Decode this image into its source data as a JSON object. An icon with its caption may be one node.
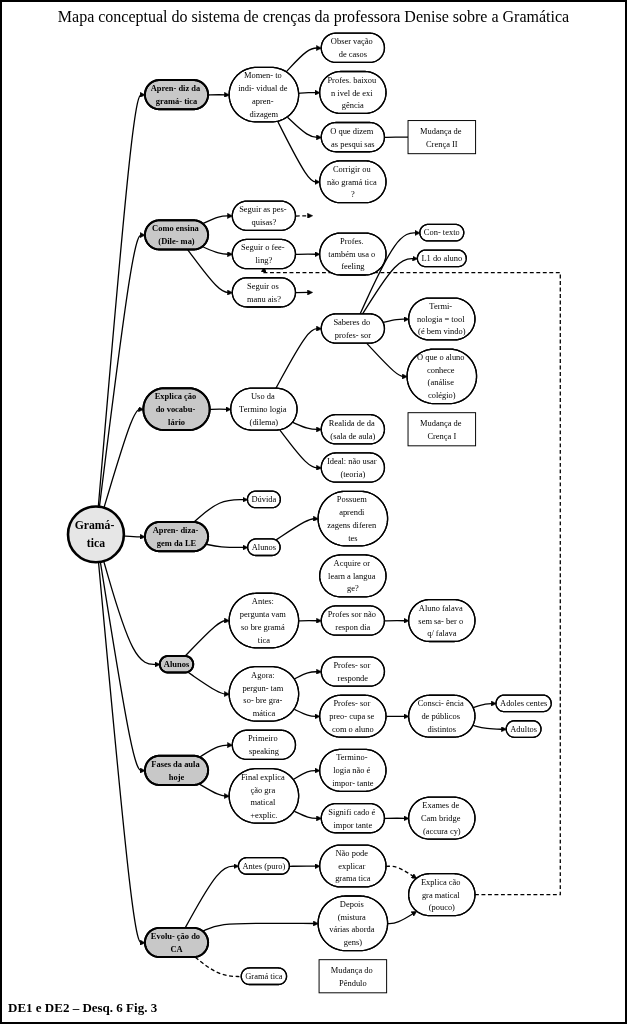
{
  "diagram": {
    "title": "Mapa conceptual do sistema de crenças da professora Denise sobre a Gramática",
    "caption": "DE1 e DE2 – Desq. 6 Fig. 3",
    "nodes": [
      {
        "text": [
          "Con- texto"
        ]
      },
      {
        "text": [
          "L1 do aluno"
        ]
      },
      {
        "text": [
          "Profes. baixou n ivel de exi gência"
        ]
      },
      {
        "text": [
          "O que dizem as pesqui sas"
        ]
      },
      {
        "text": [
          "Mudança de Crença II"
        ]
      },
      {
        "text": [
          "Obser vação de casos"
        ]
      },
      {
        "text": [
          "Saberes do profes- sor"
        ]
      },
      {
        "text": [
          "Termi- nologia = tool (é bem vindo)"
        ]
      },
      {
        "text": [
          "Momen- to indi- vidual de apren- dizagem"
        ]
      },
      {
        "text": [
          "Corrigir ou não gramá tica ?"
        ]
      },
      {
        "text": [
          "Seguir as pes- quisas?"
        ]
      },
      {
        "text": [
          "Profes. também usa o feeling"
        ]
      },
      {
        "text": [
          "Mudança de Crença I"
        ]
      },
      {
        "text": [
          "O que o aluno conhece (análise colégio)"
        ]
      },
      {
        "text": [
          "Realida de da (sala de aula)"
        ]
      },
      {
        "text": [
          "Apren- diz da gramá- tica"
        ]
      },
      {
        "text": [
          "Como ensina (Dile- ma)"
        ]
      },
      {
        "text": [
          "Seguir o fee- ling?"
        ]
      },
      {
        "text": [
          "Uso da Termino logia (dilema)"
        ]
      },
      {
        "text": [
          "Ideal: não usar (teoria)"
        ]
      },
      {
        "text": [
          "Explica ção do vocabu- lário"
        ]
      },
      {
        "text": [
          "Gramá- tica"
        ]
      },
      {
        "text": [
          "Seguir os manu ais?"
        ]
      },
      {
        "text": [
          "Apren- diza- gem da LE"
        ]
      },
      {
        "text": [
          "Antes: pergunta vam so bre gramá tica"
        ]
      },
      {
        "text": [
          "Profes sor não respon dia"
        ]
      },
      {
        "text": [
          "Alunos"
        ]
      },
      {
        "text": [
          "Dúvida"
        ]
      },
      {
        "text": [
          "Agora: pergun- tam so- bre gra- mática"
        ]
      },
      {
        "text": [
          "Fases da aula hoje"
        ]
      },
      {
        "text": [
          "Evolu- ção do CA"
        ]
      },
      {
        "text": [
          "Alunos"
        ]
      },
      {
        "text": [
          "Acquire or learn a langua ge?"
        ]
      },
      {
        "text": [
          "Aluno falava sem sa- ber o q/ falava"
        ]
      },
      {
        "text": [
          "Profes- sor responde"
        ]
      },
      {
        "text": [
          "Primeiro speaking"
        ]
      },
      {
        "text": [
          "Antes (puro)"
        ]
      },
      {
        "text": [
          "Depois (mistura várias aborda gens)"
        ]
      },
      {
        "text": [
          "Possuem aprendi zagens diferen tes"
        ]
      },
      {
        "text": [
          "Profes- sor preo- cupa se com o aluno"
        ]
      },
      {
        "text": [
          "Final explica ção gra matical +explic."
        ]
      },
      {
        "text": [
          "Não pode explicar grama tica"
        ]
      },
      {
        "text": [
          "Explica cão gra matical (pouco)"
        ]
      },
      {
        "text": [
          "Consci- ência de públicos distintos"
        ]
      },
      {
        "text": [
          "Termino- logia não é impor- tante"
        ]
      },
      {
        "text": [
          "Signifi cado é impor tante"
        ]
      },
      {
        "text": [
          "Gramá tica"
        ]
      },
      {
        "text": [
          "Adoles centes"
        ]
      },
      {
        "text": [
          "Adultos"
        ]
      },
      {
        "text": [
          "Exames de Cam bridge (accura cy)"
        ]
      },
      {
        "text": [
          "Mudança do Pêndulo"
        ]
      }
    ],
    "edges": [
      {
        "from": 21,
        "to": 15,
        "arrow": "to"
      },
      {
        "from": 21,
        "to": 16,
        "arrow": "to"
      },
      {
        "from": 21,
        "to": 20,
        "arrow": "to"
      },
      {
        "from": 21,
        "to": 23,
        "arrow": "to"
      },
      {
        "from": 21,
        "to": 26,
        "arrow": "to"
      },
      {
        "from": 21,
        "to": 29,
        "arrow": "to"
      },
      {
        "from": 21,
        "to": 30,
        "arrow": "to"
      },
      {
        "from": 15,
        "to": 8,
        "arrow": "to"
      },
      {
        "from": 8,
        "to": 5,
        "arrow": "to"
      },
      {
        "from": 8,
        "to": 2,
        "arrow": "to"
      },
      {
        "from": 8,
        "to": 3,
        "arrow": "to"
      },
      {
        "from": 8,
        "to": 9,
        "arrow": "to"
      },
      {
        "from": 3,
        "to": 4,
        "arrow": "none"
      },
      {
        "from": 16,
        "to": 10,
        "arrow": "to"
      },
      {
        "from": 16,
        "to": 17,
        "arrow": "to"
      },
      {
        "from": 16,
        "to": 22,
        "arrow": "to"
      },
      {
        "from": 17,
        "to": 11,
        "arrow": "to"
      },
      {
        "from": 22,
        "to": null,
        "arrow": "to"
      },
      {
        "from": 20,
        "to": 18,
        "arrow": "to"
      },
      {
        "from": 18,
        "to": 6,
        "arrow": "to"
      },
      {
        "from": 18,
        "to": 14,
        "arrow": "to"
      },
      {
        "from": 18,
        "to": 19,
        "arrow": "to"
      },
      {
        "from": 6,
        "to": 0,
        "arrow": "to"
      },
      {
        "from": 6,
        "to": 1,
        "arrow": "to"
      },
      {
        "from": 6,
        "to": 7,
        "arrow": "to"
      },
      {
        "from": 6,
        "to": 13,
        "arrow": "to"
      },
      {
        "from": 26,
        "to": 24,
        "arrow": "to"
      },
      {
        "from": 26,
        "to": 28,
        "arrow": "to"
      },
      {
        "from": 24,
        "to": 25,
        "arrow": "to"
      },
      {
        "from": 25,
        "to": 33,
        "arrow": "to"
      },
      {
        "from": 28,
        "to": 34,
        "arrow": "to"
      },
      {
        "from": 28,
        "to": 39,
        "arrow": "to"
      },
      {
        "from": 39,
        "to": 43,
        "arrow": "to"
      },
      {
        "from": 43,
        "to": 47,
        "arrow": "to"
      },
      {
        "from": 43,
        "to": 48,
        "arrow": "to"
      },
      {
        "from": 29,
        "to": 35,
        "arrow": "to"
      },
      {
        "from": 29,
        "to": 40,
        "arrow": "to"
      },
      {
        "from": 40,
        "to": 44,
        "arrow": "to"
      },
      {
        "from": 40,
        "to": 45,
        "arrow": "to"
      },
      {
        "from": 45,
        "to": 49,
        "arrow": "to"
      },
      {
        "from": 23,
        "to": 27,
        "arrow": "to"
      },
      {
        "from": 23,
        "to": 31,
        "arrow": "to"
      },
      {
        "from": 31,
        "to": 38,
        "arrow": "to"
      },
      {
        "from": 30,
        "to": 36,
        "arrow": "to"
      },
      {
        "from": 30,
        "to": 37,
        "arrow": "to"
      },
      {
        "from": 36,
        "to": 41,
        "arrow": "to"
      },
      {
        "from": 37,
        "to": 42,
        "arrow": "to"
      },
      {
        "from": 30,
        "to": 46,
        "arrow": "none",
        "style": "dashed"
      },
      {
        "from": 41,
        "to": 42,
        "arrow": "to",
        "style": "dashed"
      },
      {
        "from": 10,
        "to": null,
        "arrow": "to",
        "style": "dashed"
      },
      {
        "from": 42,
        "to": 17,
        "arrow": "to",
        "style": "dashed"
      }
    ]
  }
}
